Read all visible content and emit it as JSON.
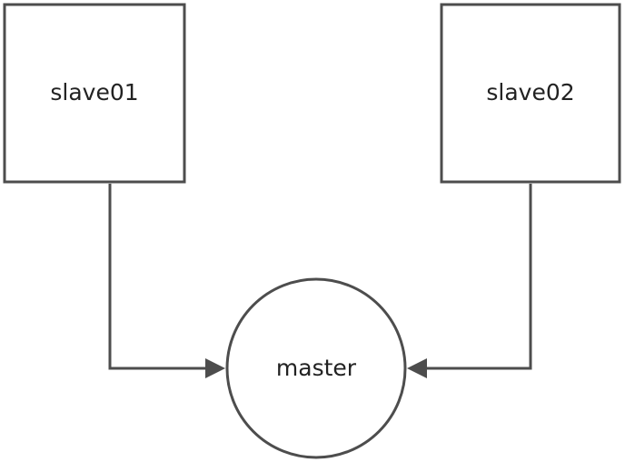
{
  "nodes": {
    "slave01": {
      "label": "slave01",
      "shape": "rectangle"
    },
    "slave02": {
      "label": "slave02",
      "shape": "rectangle"
    },
    "master": {
      "label": "master",
      "shape": "circle"
    }
  },
  "edges": [
    {
      "from": "slave01",
      "to": "master"
    },
    {
      "from": "slave02",
      "to": "master"
    }
  ],
  "colors": {
    "stroke": "#4d4d4d",
    "text": "#222222",
    "background": "#ffffff"
  }
}
